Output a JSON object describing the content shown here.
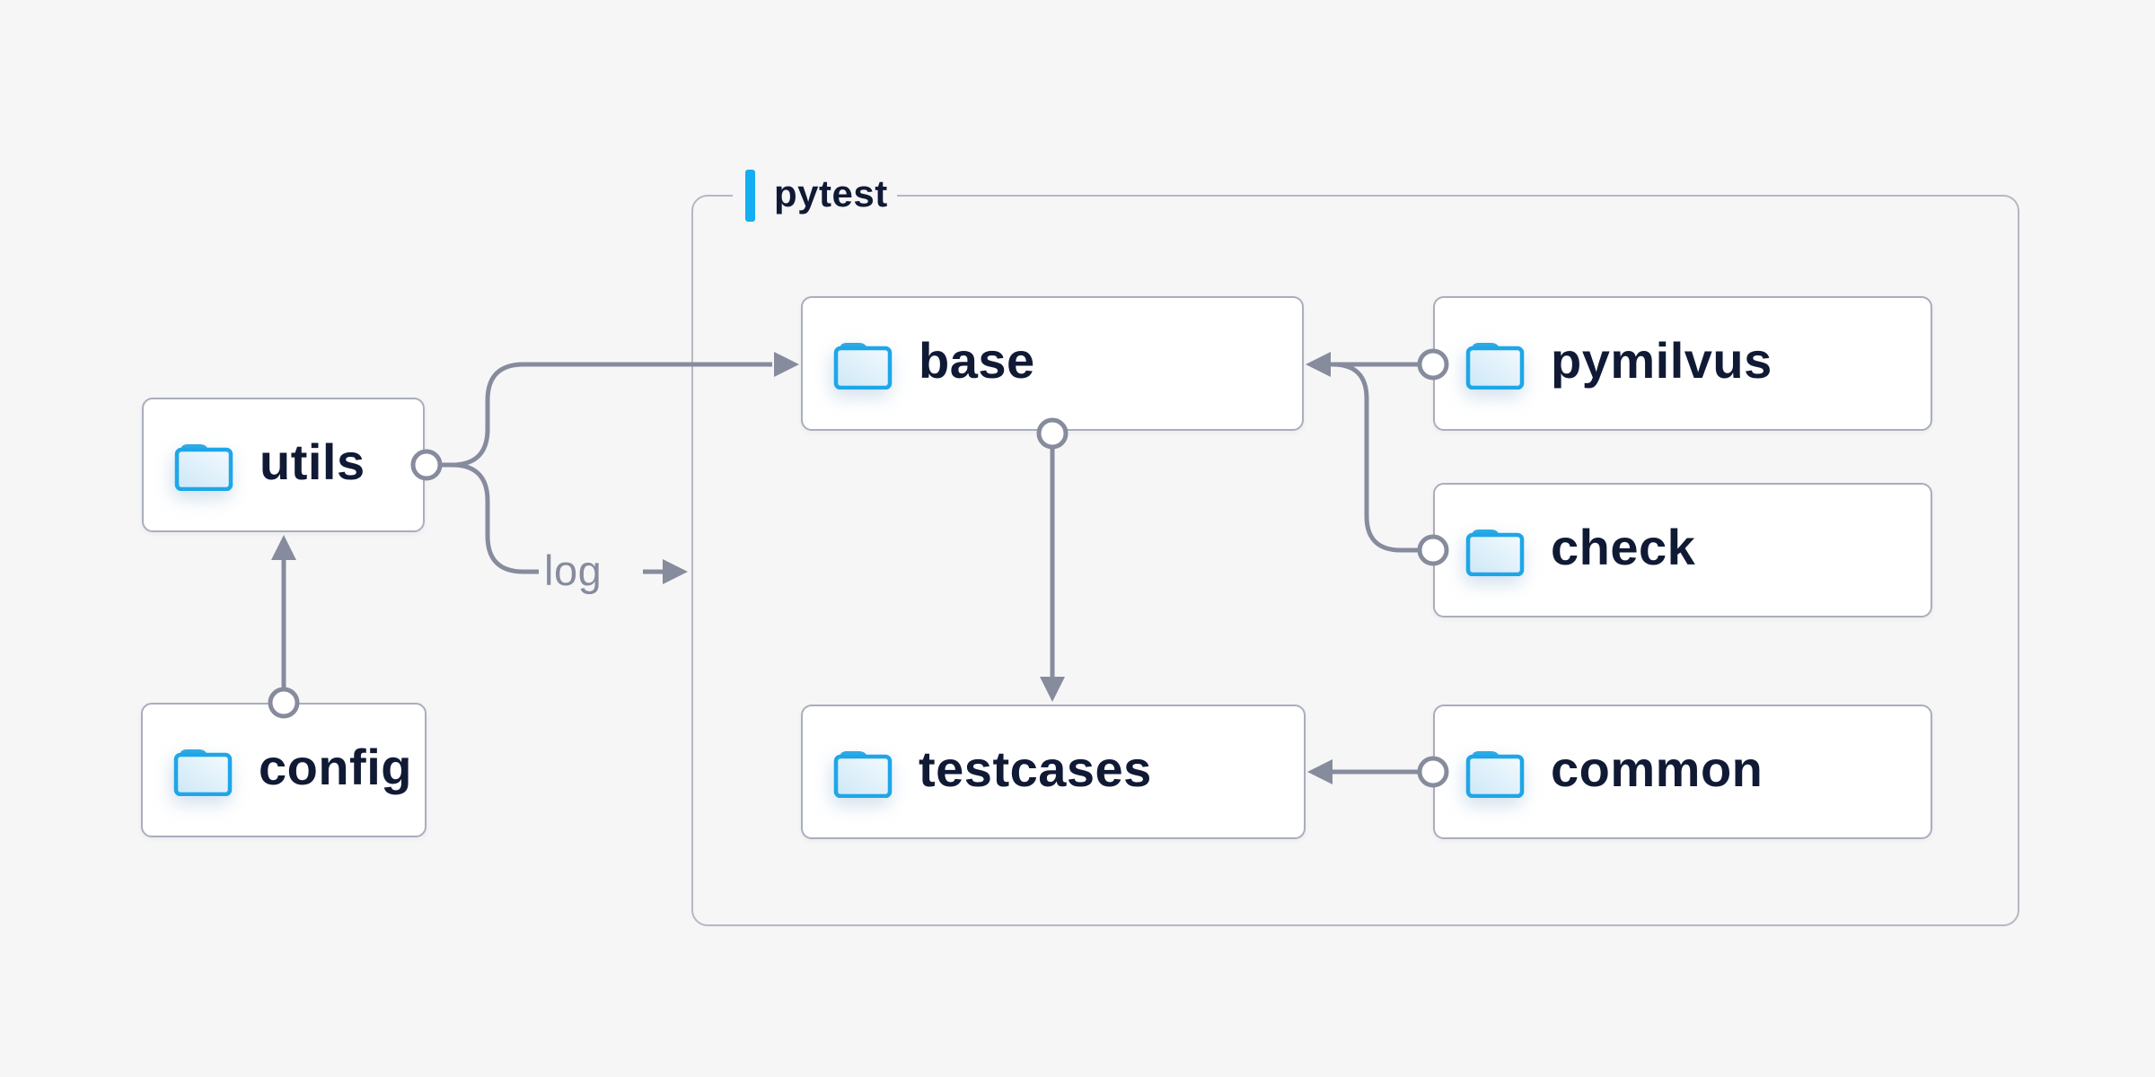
{
  "group": {
    "label": "pytest"
  },
  "nodes": {
    "utils": {
      "label": "utils"
    },
    "config": {
      "label": "config"
    },
    "base": {
      "label": "base"
    },
    "pymilvus": {
      "label": "pymilvus"
    },
    "check": {
      "label": "check"
    },
    "testcases": {
      "label": "testcases"
    },
    "common": {
      "label": "common"
    }
  },
  "edges": [
    {
      "from": "config",
      "to": "utils",
      "label": ""
    },
    {
      "from": "utils",
      "to": "base",
      "label": ""
    },
    {
      "from": "utils",
      "to": "pytest",
      "label": "log"
    },
    {
      "from": "pymilvus",
      "to": "base",
      "label": ""
    },
    {
      "from": "check",
      "to": "base",
      "label": ""
    },
    {
      "from": "base",
      "to": "testcases",
      "label": ""
    },
    {
      "from": "common",
      "to": "testcases",
      "label": ""
    }
  ],
  "edge_label": {
    "text": "log"
  },
  "icons": {
    "node_icon": "folder-icon"
  },
  "colors": {
    "background": "#f6f6f7",
    "node_background": "#ffffff",
    "node_border": "#a9aebc",
    "group_border": "#b5b8c4",
    "line_gray": "#868c9d",
    "text_navy": "#101a35",
    "accent_blue": "#15aef2",
    "folder_blue": "#1ea6e8",
    "folder_tab_blue": "#2fa9e2",
    "folder_fill_light": "#f0f8fd",
    "folder_fill_dark": "#cfe8f7"
  }
}
